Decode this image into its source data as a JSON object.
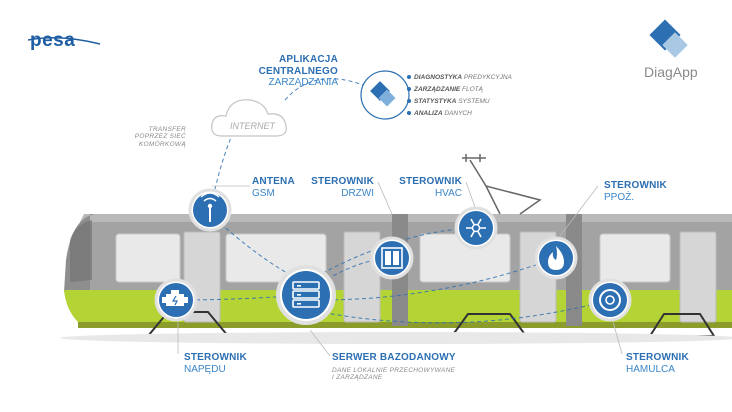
{
  "logo_pesa": "pesa",
  "logo_diagapp": "DiagApp",
  "internet": "INTERNET",
  "transfer": [
    "TRANSFER",
    "POPRZEZ SIEĆ",
    "KOMÓRKOWĄ"
  ],
  "app": {
    "line1": "APLIKACJA CENTRALNEGO",
    "line2": "ZARZĄDZANIA"
  },
  "diag_items": [
    {
      "bold": "DIAGNOSTYKA",
      "rest": "PREDYKCYJNA"
    },
    {
      "bold": "ZARZĄDZANIE",
      "rest": "FLOTĄ"
    },
    {
      "bold": "STATYSTYKA",
      "rest": "SYSTEMU"
    },
    {
      "bold": "ANALIZA",
      "rest": "DANYCH"
    }
  ],
  "antena": {
    "t1": "ANTENA",
    "t2": "GSM"
  },
  "drzwi": {
    "t1": "STEROWNIK",
    "t2": "DRZWI"
  },
  "hvac": {
    "t1": "STEROWNIK",
    "t2": "HVAC"
  },
  "ppoz": {
    "t1": "STEROWNIK",
    "t2": "PPOŻ."
  },
  "napedu": {
    "t1": "STEROWNIK",
    "t2": "NAPĘDU"
  },
  "serwer": {
    "t1": "SERWER BAZODANOWY",
    "sub1": "DANE LOKALNIE PRZECHOWYWANE",
    "sub2": "I ZARZĄDZANE"
  },
  "hamulca": {
    "t1": "STEROWNIK",
    "t2": "HAMULCA"
  },
  "colors": {
    "accent": "#2c6fb2",
    "lime": "#b4d334",
    "tram_grey": "#9a9a9a"
  }
}
